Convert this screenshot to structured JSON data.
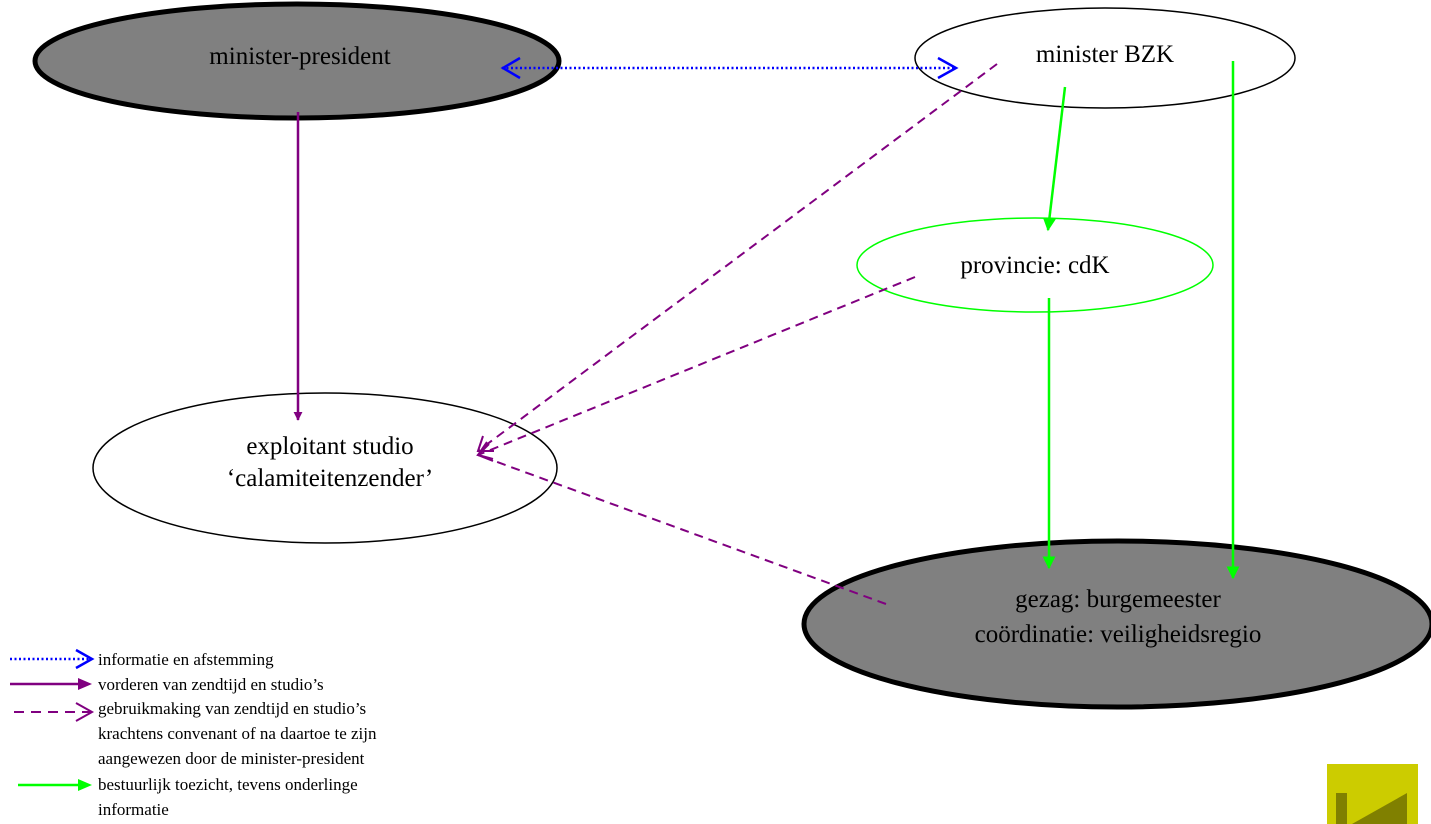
{
  "nodes": {
    "minister_president": {
      "label": "minister-president"
    },
    "minister_bzk": {
      "label": "minister BZK"
    },
    "provincie": {
      "label": "provincie: cdK"
    },
    "exploitant": {
      "line1": "exploitant studio",
      "line2": "‘calamiteitenzender’"
    },
    "gezag": {
      "line1": "gezag: burgemeester",
      "line2": "coördinatie: veiligheidsregio"
    }
  },
  "legend": {
    "informatie": "informatie en afstemming",
    "vorderen": "vorderen van zendtijd en studio’s",
    "gebruik_1": "gebruikmaking van zendtijd en studio’s",
    "gebruik_2": "krachtens convenant of na daartoe te zijn",
    "gebruik_3": "aangewezen door de minister-president",
    "toezicht_1": "bestuurlijk toezicht, tevens onderlinge",
    "toezicht_2": "informatie"
  },
  "colors": {
    "highlight_fill": "#808080",
    "info_blue": "#0000ff",
    "purple": "#800080",
    "green": "#00ff00",
    "nav_yellow": "#cccc00",
    "nav_olive": "#808000"
  },
  "icons": {
    "nav_button": "back-to-start-icon"
  }
}
